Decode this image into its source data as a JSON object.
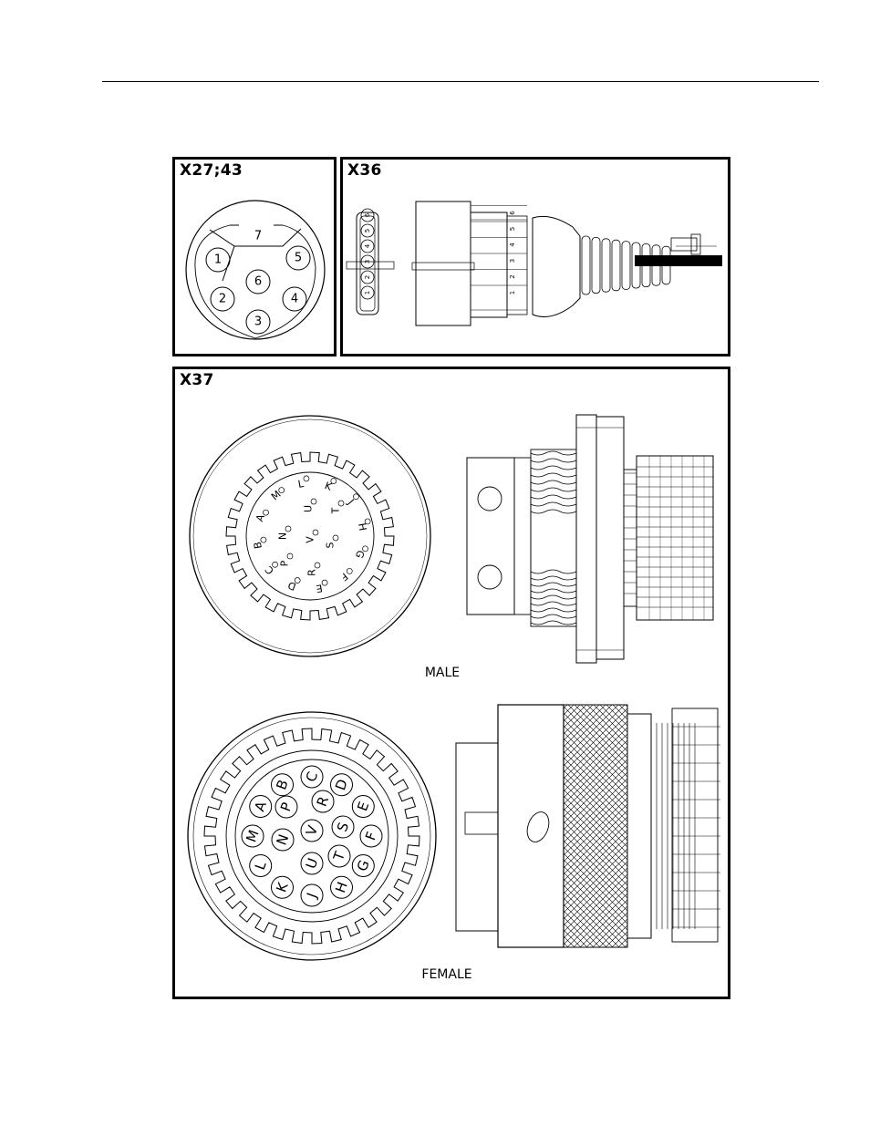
{
  "panels": {
    "x27": {
      "title": "X27;43",
      "pins": [
        "1",
        "2",
        "3",
        "4",
        "5",
        "6",
        "7"
      ]
    },
    "x36": {
      "title": "X36",
      "pins": [
        "1",
        "2",
        "3",
        "4",
        "5",
        "6"
      ]
    },
    "x37": {
      "title": "X37",
      "male": {
        "caption": "MALE",
        "pins": [
          "K",
          "J",
          "H",
          "G",
          "F",
          "E",
          "D",
          "C",
          "B",
          "A",
          "M",
          "L",
          "R",
          "P",
          "N",
          "T",
          "S",
          "U",
          "V"
        ]
      },
      "female": {
        "caption": "FEMALE",
        "outer_pins": [
          "A",
          "B",
          "C",
          "D",
          "E",
          "F",
          "G",
          "H",
          "J",
          "K",
          "L",
          "M"
        ],
        "inner_pins": [
          "P",
          "R",
          "S",
          "T",
          "U",
          "N",
          "V"
        ]
      }
    }
  }
}
